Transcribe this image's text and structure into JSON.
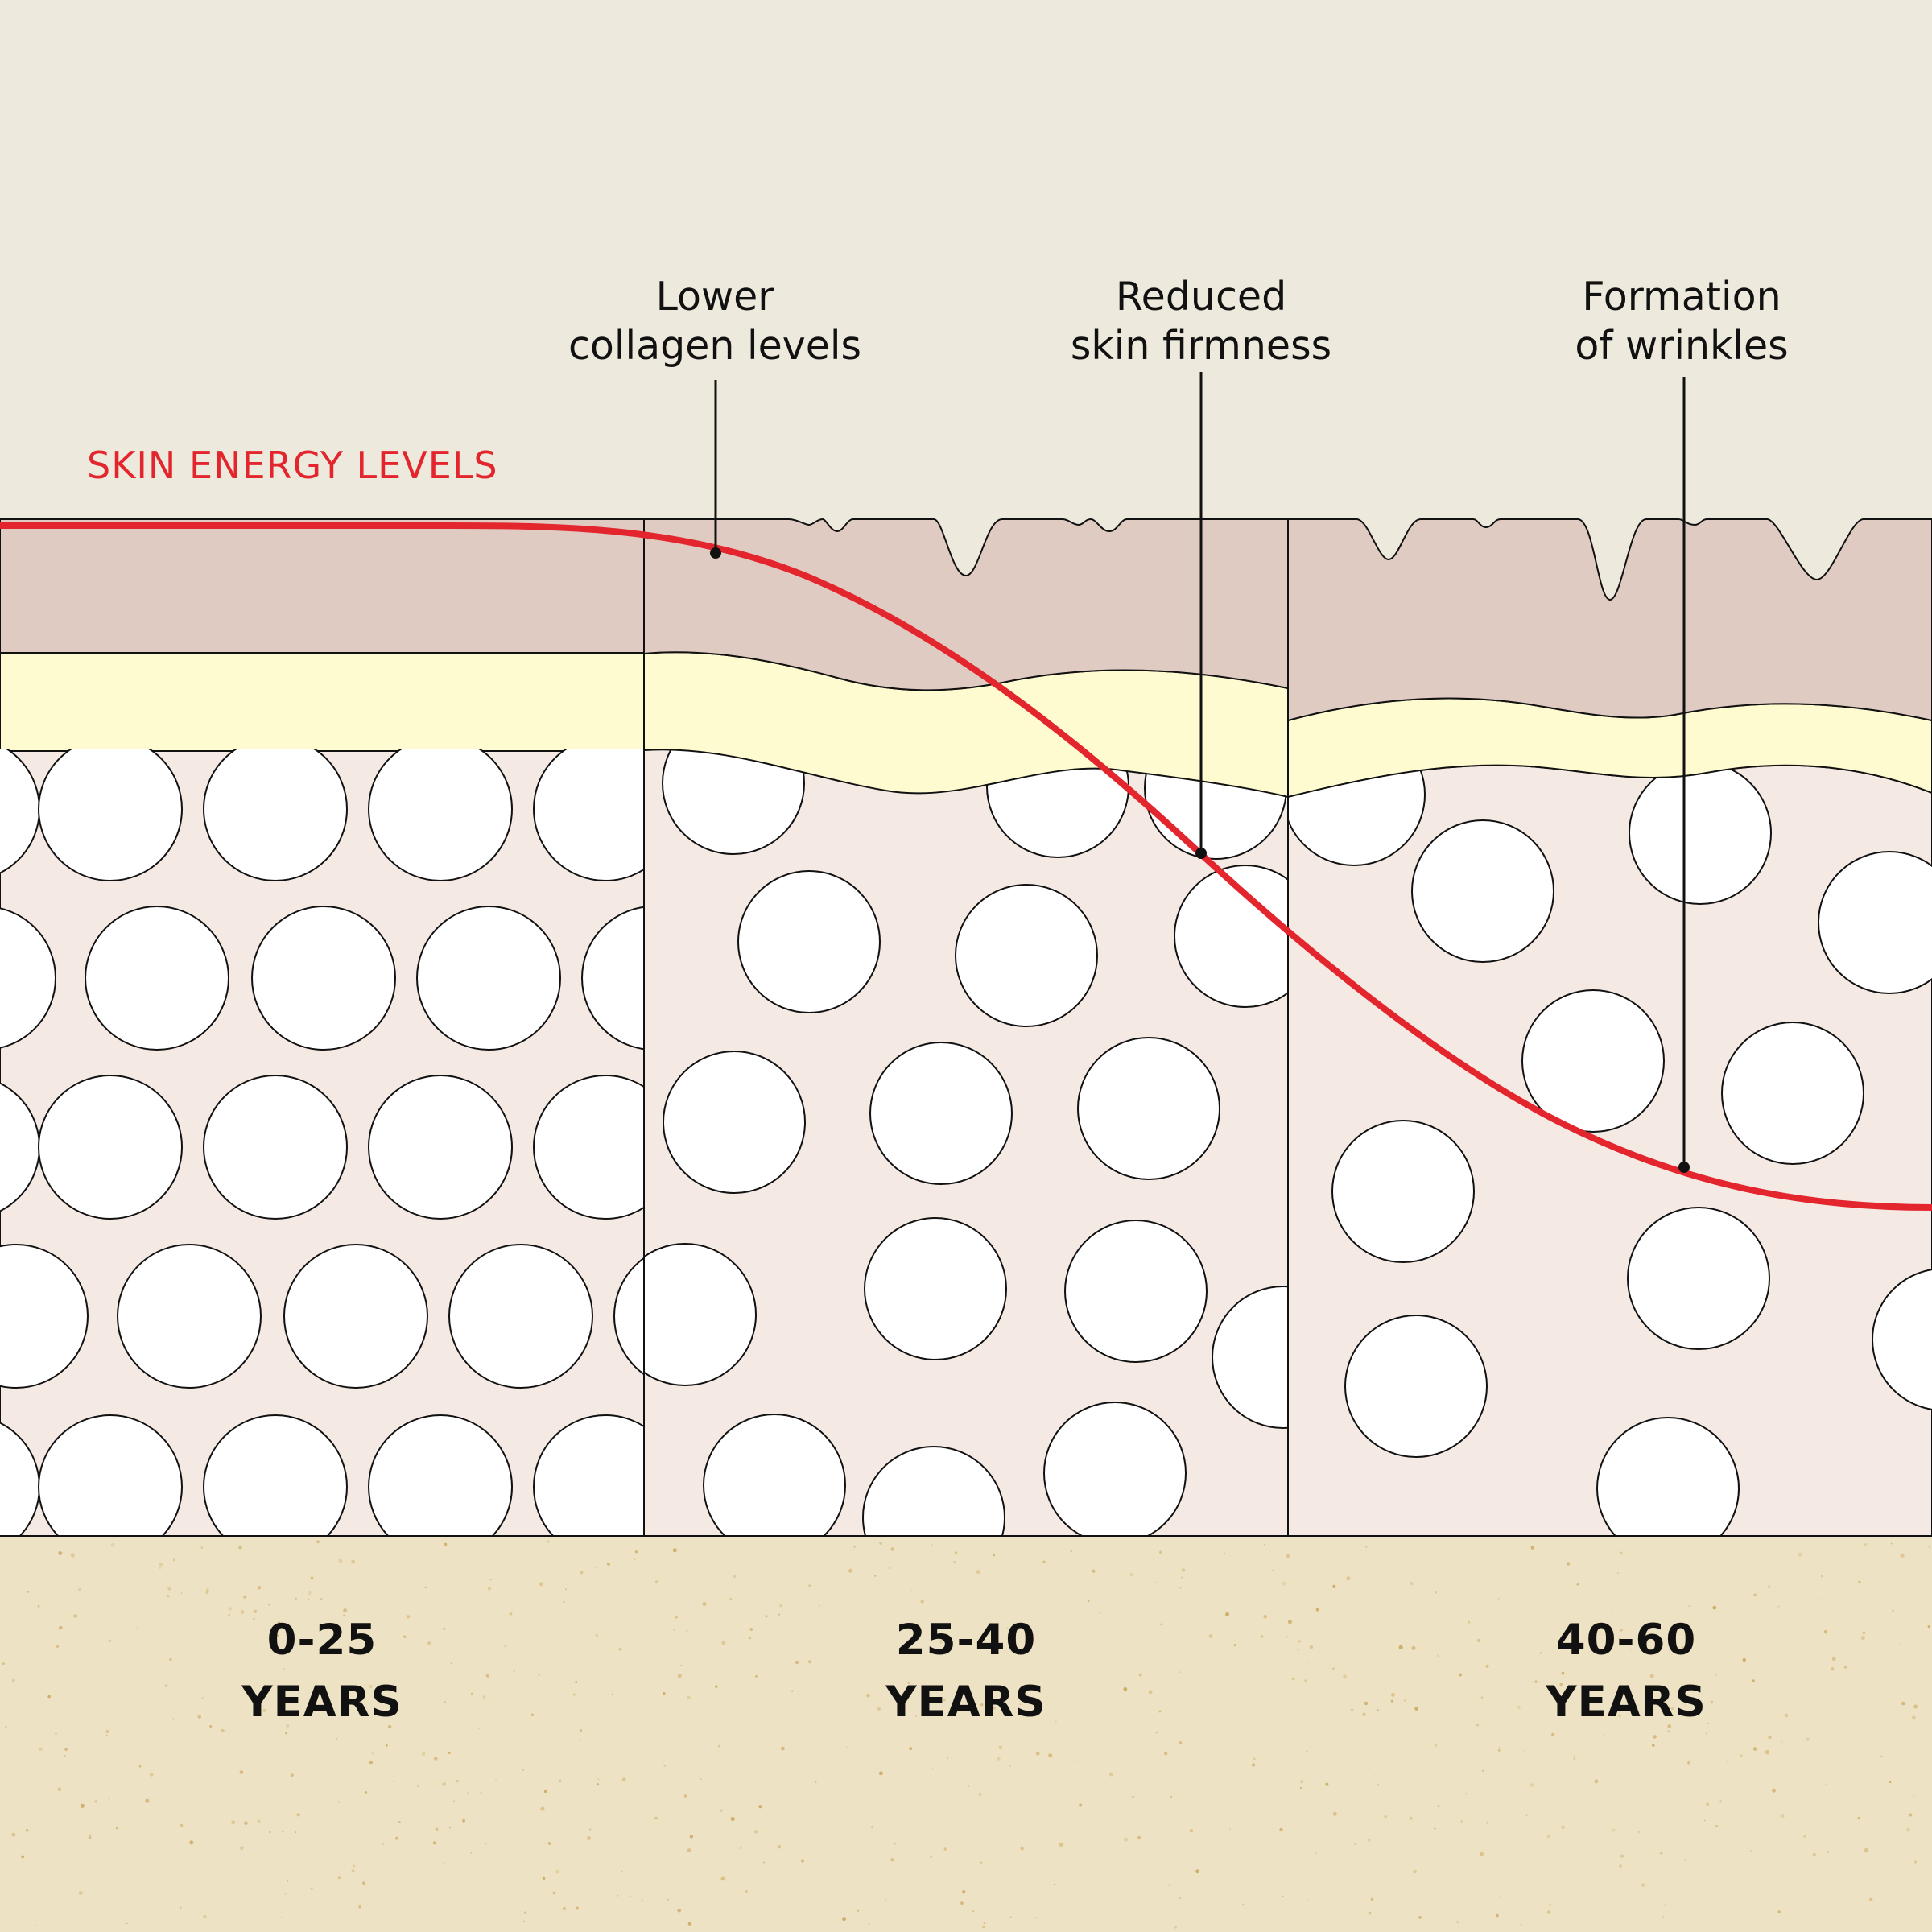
{
  "curve_label": "SKIN ENERGY LEVELS",
  "callouts": [
    {
      "line1": "Lower",
      "line2": "collagen levels"
    },
    {
      "line1": "Reduced",
      "line2": "skin firmness"
    },
    {
      "line1": "Formation",
      "line2": "of wrinkles"
    }
  ],
  "stages": [
    {
      "range": "0-25",
      "unit": "YEARS"
    },
    {
      "range": "25-40",
      "unit": "YEARS"
    },
    {
      "range": "40-60",
      "unit": "YEARS"
    }
  ],
  "colors": {
    "background": "#edeadd",
    "epidermis": "#e0cbc3",
    "yellow_layer": "#fffbd0",
    "dermis": "#f5e9e4",
    "cells": "#ffffff",
    "outline": "#111111",
    "energy_curve": "#e3262e",
    "ground": "#ede2c4"
  }
}
